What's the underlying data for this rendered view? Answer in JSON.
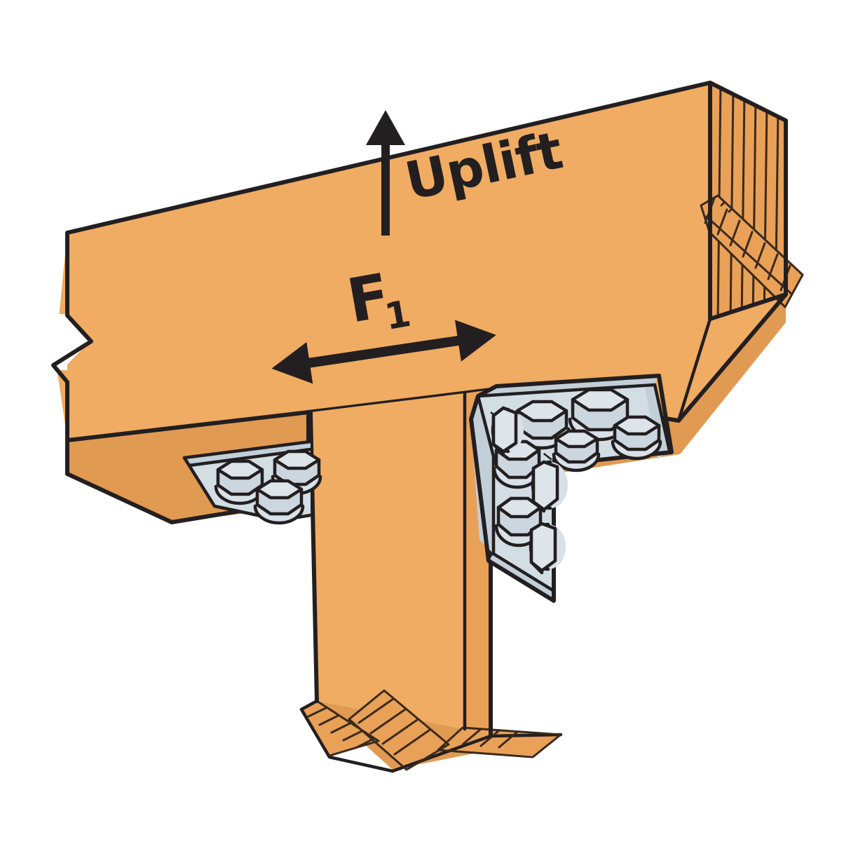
{
  "figure": {
    "title": "Timber beam-to-post connection with angle bracket",
    "background_color": "#ffffff",
    "wood_color": "#f0ac63",
    "steel_color": "#d3dde4",
    "outline_color": "#231f20"
  },
  "labels": {
    "uplift": "Uplift",
    "force_symbol": "F",
    "force_subscript": "1"
  },
  "annotations": {
    "uplift_arrow": "single-headed vertical arrow pointing up",
    "force_arrow": "double-headed horizontal arrow",
    "break_line_left": "zigzag break symbol on beam",
    "break_grain_right": "cut-away end grain on beam end",
    "break_grain_bottom": "cut-away end grain on post bottom"
  },
  "members": [
    {
      "name": "beam",
      "material": "wood",
      "orientation": "horizontal"
    },
    {
      "name": "post",
      "material": "wood",
      "orientation": "vertical"
    }
  ],
  "hardware": [
    {
      "name": "angle-bracket-right",
      "material": "steel",
      "shape": "L-shaped angle",
      "bolt_count": 9
    },
    {
      "name": "strap-plate-left",
      "material": "steel",
      "shape": "tapered strap",
      "bolt_count": 3
    }
  ],
  "colors": {
    "wood_face": "#f0ac63",
    "wood_top": "#f2b572",
    "wood_side": "#e9a158",
    "plate": "#d3dde4",
    "plate_edge": "#c3cfd8",
    "bolt_top": "#dde4ea",
    "bolt_side": "#ccd6de",
    "outline": "#231f20"
  }
}
